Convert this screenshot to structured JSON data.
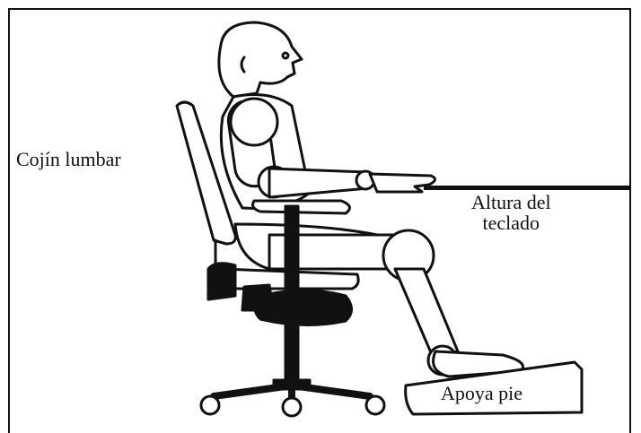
{
  "labels": {
    "lumbar_cushion": "Cojín lumbar",
    "keyboard_height_line1": "Altura del",
    "keyboard_height_line2": "teclado",
    "footrest": "Apoya pie"
  },
  "colors": {
    "ink": "#111111",
    "background": "#ffffff"
  }
}
